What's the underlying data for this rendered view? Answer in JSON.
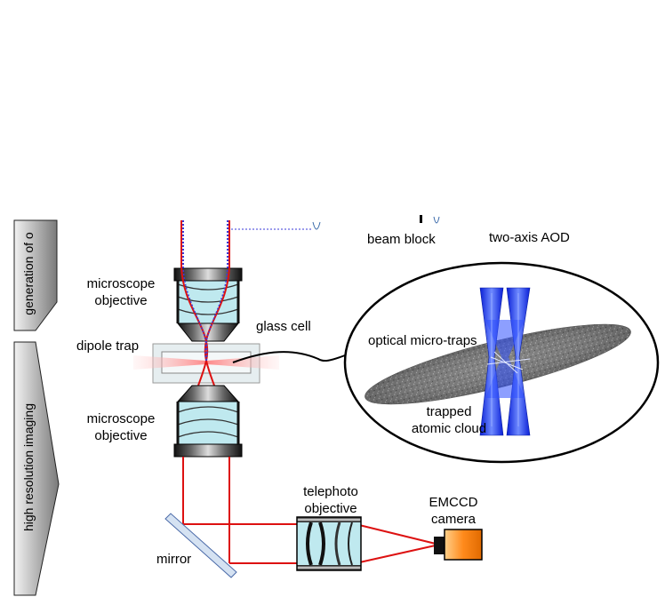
{
  "labels": {
    "generation": "generation of o",
    "imaging": "high resolution imaging",
    "beam_block": "beam block",
    "aod": "two-axis AOD",
    "objective_top_1": "microscope",
    "objective_top_2": "objective",
    "glass_cell": "glass cell",
    "dipole_trap": "dipole trap",
    "objective_bottom_1": "microscope",
    "objective_bottom_2": "objective",
    "micro_traps": "optical micro-traps",
    "cloud_1": "trapped",
    "cloud_2": "atomic cloud",
    "telephoto_1": "telephoto",
    "telephoto_2": "objective",
    "camera_1": "EMCCD",
    "camera_2": "camera",
    "mirror": "mirror"
  },
  "colors": {
    "beam_red": "#dd1111",
    "beam_blue": "#3a3ad8",
    "lens_fill": "#bfe9ef",
    "trap_blue": "#1a3cff",
    "camera_orange": "#ff8a1c",
    "glass_cell": "#e6eef0"
  }
}
